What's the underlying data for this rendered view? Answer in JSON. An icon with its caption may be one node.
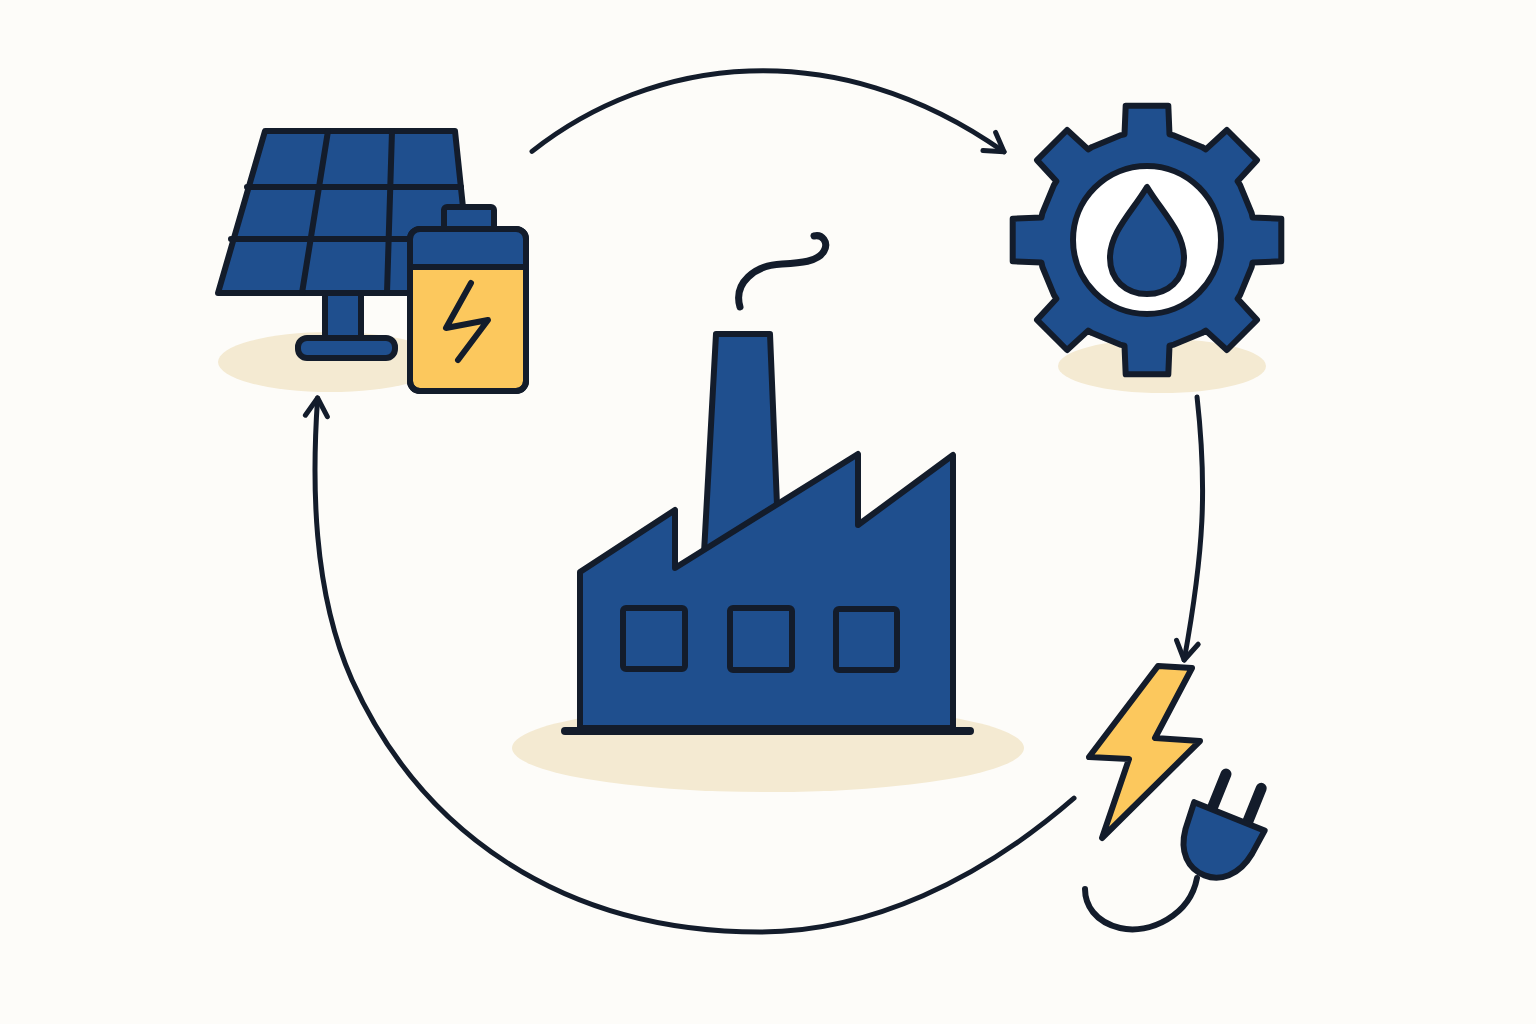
{
  "diagram": {
    "nodes": [
      {
        "text": [],
        "shape": "picture"
      },
      {
        "text": [],
        "shape": "picture"
      },
      {
        "text": [],
        "shape": "picture"
      },
      {
        "text": [],
        "shape": "picture"
      }
    ],
    "edges": [
      {
        "from": 0,
        "to": 1,
        "arrow": "to"
      },
      {
        "from": 1,
        "to": 3,
        "arrow": "to"
      },
      {
        "from": 3,
        "to": 0,
        "arrow": "to"
      }
    ]
  }
}
